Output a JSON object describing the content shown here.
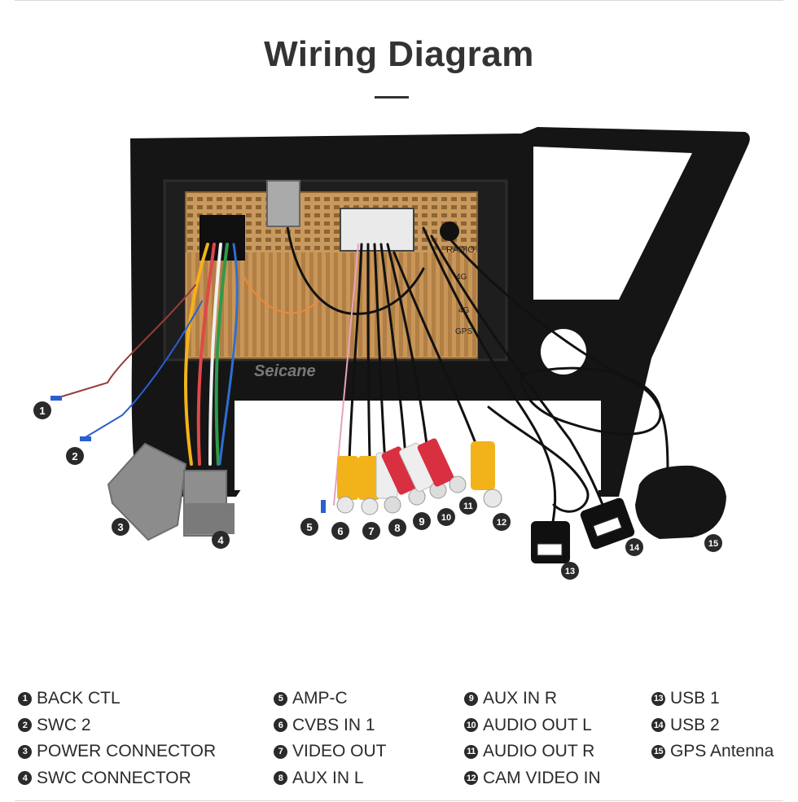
{
  "title": "Wiring Diagram",
  "watermark": "Seicane",
  "unit_labels": [
    "RADIO",
    "4G",
    "4G",
    "GPS"
  ],
  "callouts": [
    "1",
    "2",
    "3",
    "4",
    "5",
    "6",
    "7",
    "8",
    "9",
    "10",
    "11",
    "12",
    "13",
    "14",
    "15"
  ],
  "legend": [
    {
      "num": "1",
      "label": "BACK CTL"
    },
    {
      "num": "2",
      "label": "SWC 2"
    },
    {
      "num": "3",
      "label": "POWER CONNECTOR"
    },
    {
      "num": "4",
      "label": "SWC CONNECTOR"
    },
    {
      "num": "5",
      "label": "AMP-C"
    },
    {
      "num": "6",
      "label": "CVBS IN 1"
    },
    {
      "num": "7",
      "label": "VIDEO OUT"
    },
    {
      "num": "8",
      "label": "AUX IN L"
    },
    {
      "num": "9",
      "label": "AUX IN R"
    },
    {
      "num": "10",
      "label": "AUDIO OUT L"
    },
    {
      "num": "11",
      "label": "AUDIO OUT R"
    },
    {
      "num": "12",
      "label": "CAM VIDEO IN"
    },
    {
      "num": "13",
      "label": "USB 1"
    },
    {
      "num": "14",
      "label": "USB 2"
    },
    {
      "num": "15",
      "label": "GPS Antenna"
    }
  ],
  "colors": {
    "frame": "#141414",
    "copper": "#c9965a",
    "rca_yellow": "#f2b21a",
    "rca_white": "#eeeeee",
    "rca_red": "#d83040",
    "connector_gray": "#8c8c8c"
  }
}
